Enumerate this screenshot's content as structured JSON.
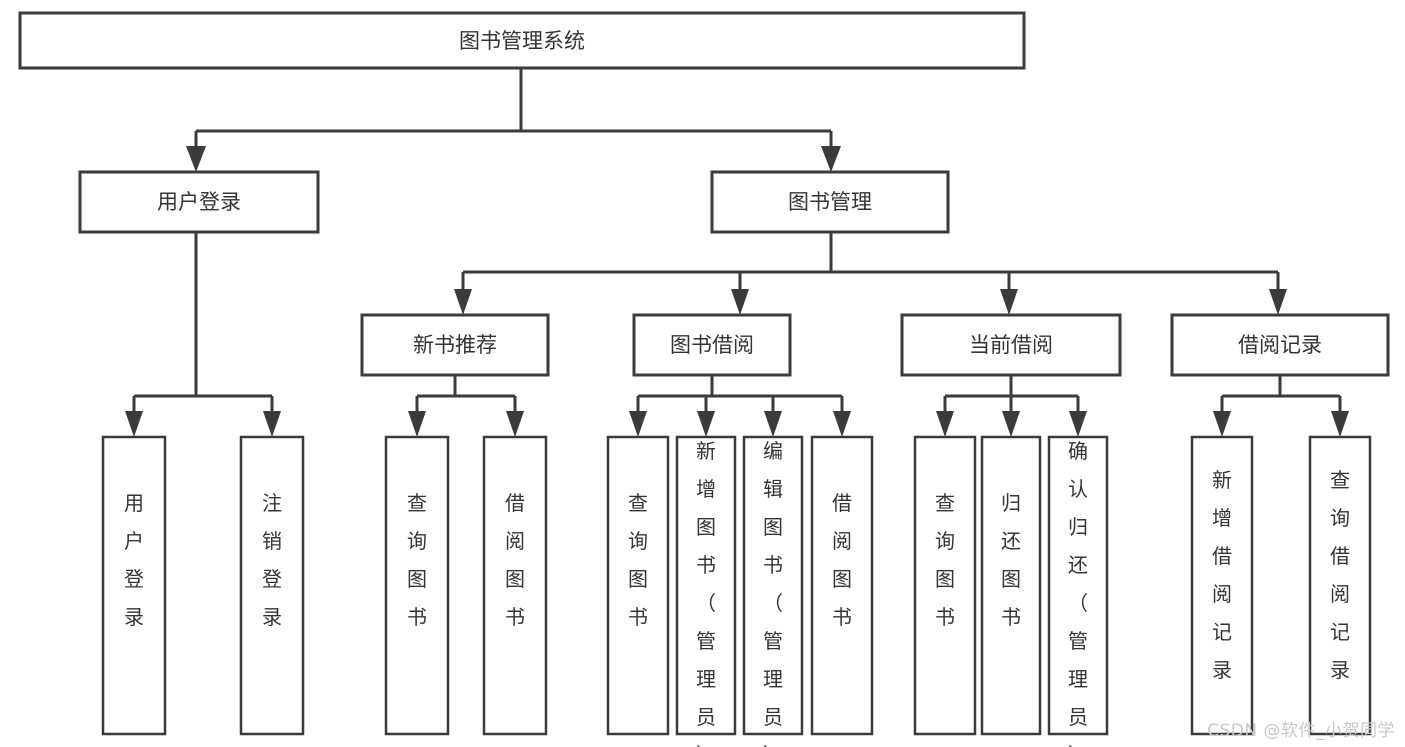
{
  "diagram": {
    "title_node": {
      "label": "图书管理系统",
      "orientation": "horizontal"
    },
    "level2": [
      {
        "label": "用户登录",
        "orientation": "horizontal"
      },
      {
        "label": "图书管理",
        "orientation": "horizontal"
      }
    ],
    "level3": [
      {
        "label": "新书推荐",
        "orientation": "horizontal",
        "parent": "图书管理"
      },
      {
        "label": "图书借阅",
        "orientation": "horizontal",
        "parent": "图书管理"
      },
      {
        "label": "当前借阅",
        "orientation": "horizontal",
        "parent": "图书管理"
      },
      {
        "label": "借阅记录",
        "orientation": "horizontal",
        "parent": "图书管理"
      }
    ],
    "leaves": [
      {
        "label": "用户登录",
        "orientation": "vertical",
        "parent": "用户登录"
      },
      {
        "label": "注销登录",
        "orientation": "vertical",
        "parent": "用户登录"
      },
      {
        "label": "查询图书",
        "orientation": "vertical",
        "parent": "新书推荐"
      },
      {
        "label": "借阅图书",
        "orientation": "vertical",
        "parent": "新书推荐"
      },
      {
        "label": "查询图书",
        "orientation": "vertical",
        "parent": "图书借阅"
      },
      {
        "label": "新增图书（管理员）",
        "orientation": "vertical",
        "parent": "图书借阅"
      },
      {
        "label": "编辑图书（管理员）",
        "orientation": "vertical",
        "parent": "图书借阅"
      },
      {
        "label": "借阅图书",
        "orientation": "vertical",
        "parent": "图书借阅"
      },
      {
        "label": "查询图书",
        "orientation": "vertical",
        "parent": "当前借阅"
      },
      {
        "label": "归还图书",
        "orientation": "vertical",
        "parent": "当前借阅"
      },
      {
        "label": "确认归还（管理员）",
        "orientation": "vertical",
        "parent": "当前借阅"
      },
      {
        "label": "新增借阅记录",
        "orientation": "vertical",
        "parent": "借阅记录"
      },
      {
        "label": "查询借阅记录",
        "orientation": "vertical",
        "parent": "借阅记录"
      }
    ],
    "colors": {
      "stroke": "#3b3b3b",
      "text": "#343434",
      "background": "#ffffff",
      "watermark": "#c9c9c9"
    }
  },
  "watermark": {
    "text": "CSDN @软件_小贺同学"
  }
}
